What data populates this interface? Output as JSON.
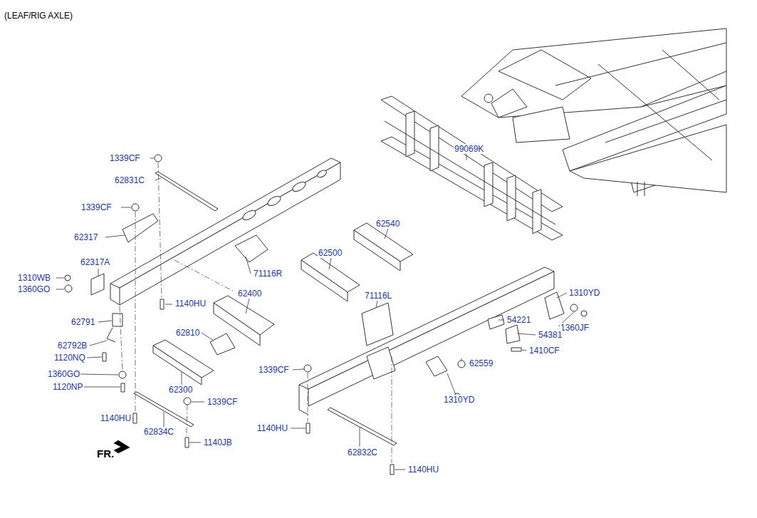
{
  "diagram": {
    "title": "(LEAF/RIG AXLE)",
    "labels": [
      "1339CF",
      "62831C",
      "1339CF",
      "62317",
      "62317A",
      "1310WB",
      "1360GO",
      "1140HU",
      "62791",
      "62810",
      "62792B",
      "1120NQ",
      "1360GO",
      "1120NP",
      "62300",
      "1339CF",
      "1140HU",
      "62834C",
      "1140JB",
      "FR.",
      "99069K",
      "62540",
      "62500",
      "71116R",
      "62400",
      "71116L",
      "1310YD",
      "54221",
      "1360JF",
      "54381",
      "1410CF",
      "1339CF",
      "62559",
      "1310YD",
      "1140HU",
      "62832C",
      "1140HU"
    ]
  }
}
